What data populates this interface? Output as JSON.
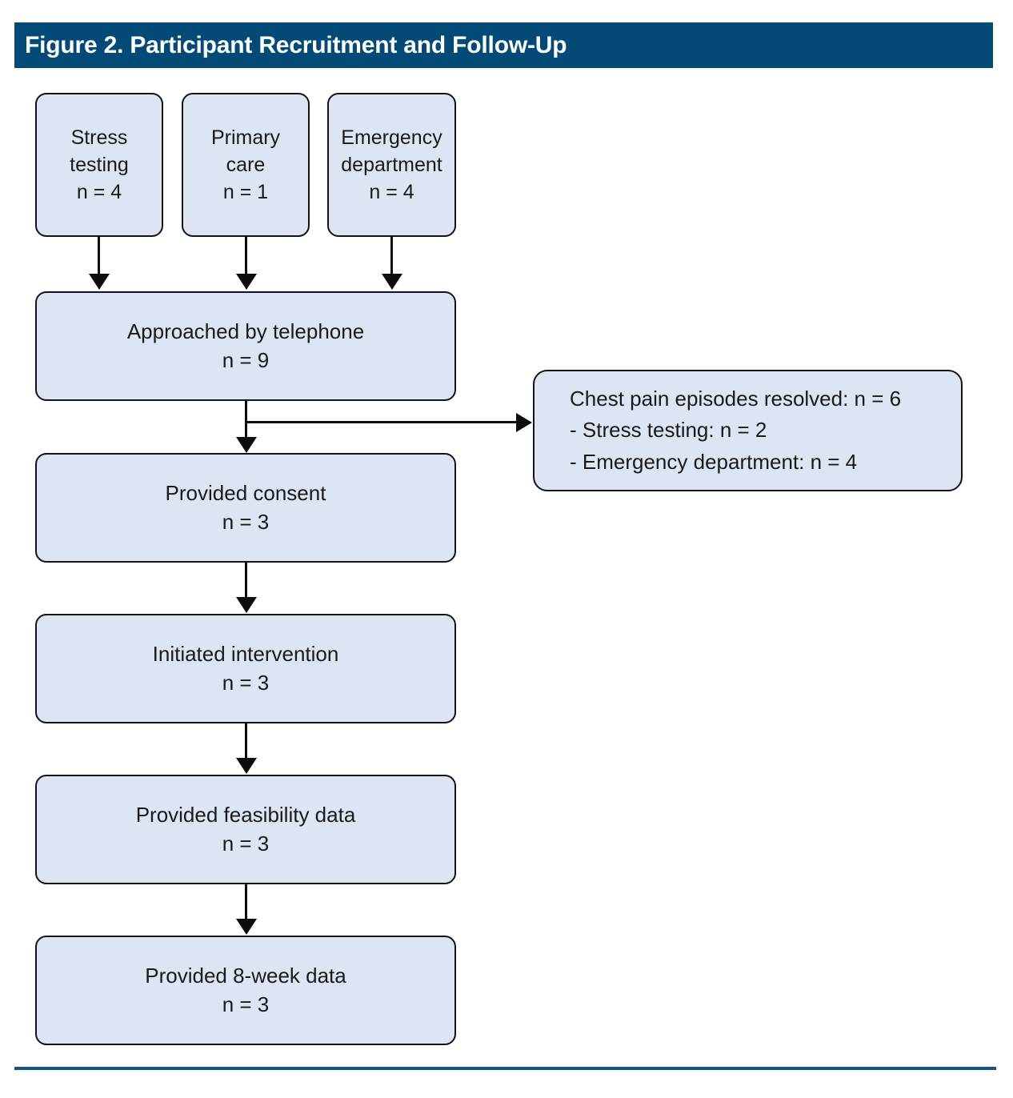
{
  "figure": {
    "title": "Figure 2. Participant Recruitment and Follow-Up",
    "accent_color": "#034A77",
    "rule_color": "#14548C",
    "node_fill": "#dde4f3",
    "node_border": "#141414"
  },
  "nodes": {
    "source_stress": {
      "line1": "Stress",
      "line2": "testing",
      "line3": "n = 4"
    },
    "source_primary": {
      "line1": "Primary",
      "line2": "care",
      "line3": "n = 1"
    },
    "source_emergency": {
      "line1": "Emergency",
      "line2": "department",
      "line3": "n = 4"
    },
    "approached": {
      "line1": "Approached by telephone",
      "line2": "n = 9"
    },
    "resolved": {
      "line1": "Chest pain episodes resolved: n = 6",
      "line2": "- Stress testing: n = 2",
      "line3": "- Emergency department: n = 4"
    },
    "consent": {
      "line1": "Provided consent",
      "line2": "n = 3"
    },
    "initiated": {
      "line1": "Initiated intervention",
      "line2": "n = 3"
    },
    "feasibility": {
      "line1": "Provided feasibility data",
      "line2": "n = 3"
    },
    "eightweek": {
      "line1": "Provided 8-week data",
      "line2": "n = 3"
    }
  },
  "flow_data": {
    "type": "flowchart",
    "title": "Figure 2. Participant Recruitment and Follow-Up",
    "steps": [
      {
        "id": "source_stress",
        "label": "Stress testing",
        "n": 4,
        "level": 0
      },
      {
        "id": "source_primary",
        "label": "Primary care",
        "n": 1,
        "level": 0
      },
      {
        "id": "source_emergency",
        "label": "Emergency department",
        "n": 4,
        "level": 0
      },
      {
        "id": "approached",
        "label": "Approached by telephone",
        "n": 9,
        "level": 1
      },
      {
        "id": "consent",
        "label": "Provided consent",
        "n": 3,
        "level": 2
      },
      {
        "id": "initiated",
        "label": "Initiated intervention",
        "n": 3,
        "level": 3
      },
      {
        "id": "feasibility",
        "label": "Provided feasibility data",
        "n": 3,
        "level": 4
      },
      {
        "id": "eightweek",
        "label": "Provided 8-week data",
        "n": 3,
        "level": 5
      }
    ],
    "exclusions": [
      {
        "id": "resolved",
        "label": "Chest pain episodes resolved",
        "n": 6,
        "breakdown": [
          {
            "label": "Stress testing",
            "n": 2
          },
          {
            "label": "Emergency department",
            "n": 4
          }
        ],
        "from": "approached"
      }
    ],
    "edges": [
      {
        "from": "source_stress",
        "to": "approached"
      },
      {
        "from": "source_primary",
        "to": "approached"
      },
      {
        "from": "source_emergency",
        "to": "approached"
      },
      {
        "from": "approached",
        "to": "resolved"
      },
      {
        "from": "approached",
        "to": "consent"
      },
      {
        "from": "consent",
        "to": "initiated"
      },
      {
        "from": "initiated",
        "to": "feasibility"
      },
      {
        "from": "feasibility",
        "to": "eightweek"
      }
    ]
  }
}
